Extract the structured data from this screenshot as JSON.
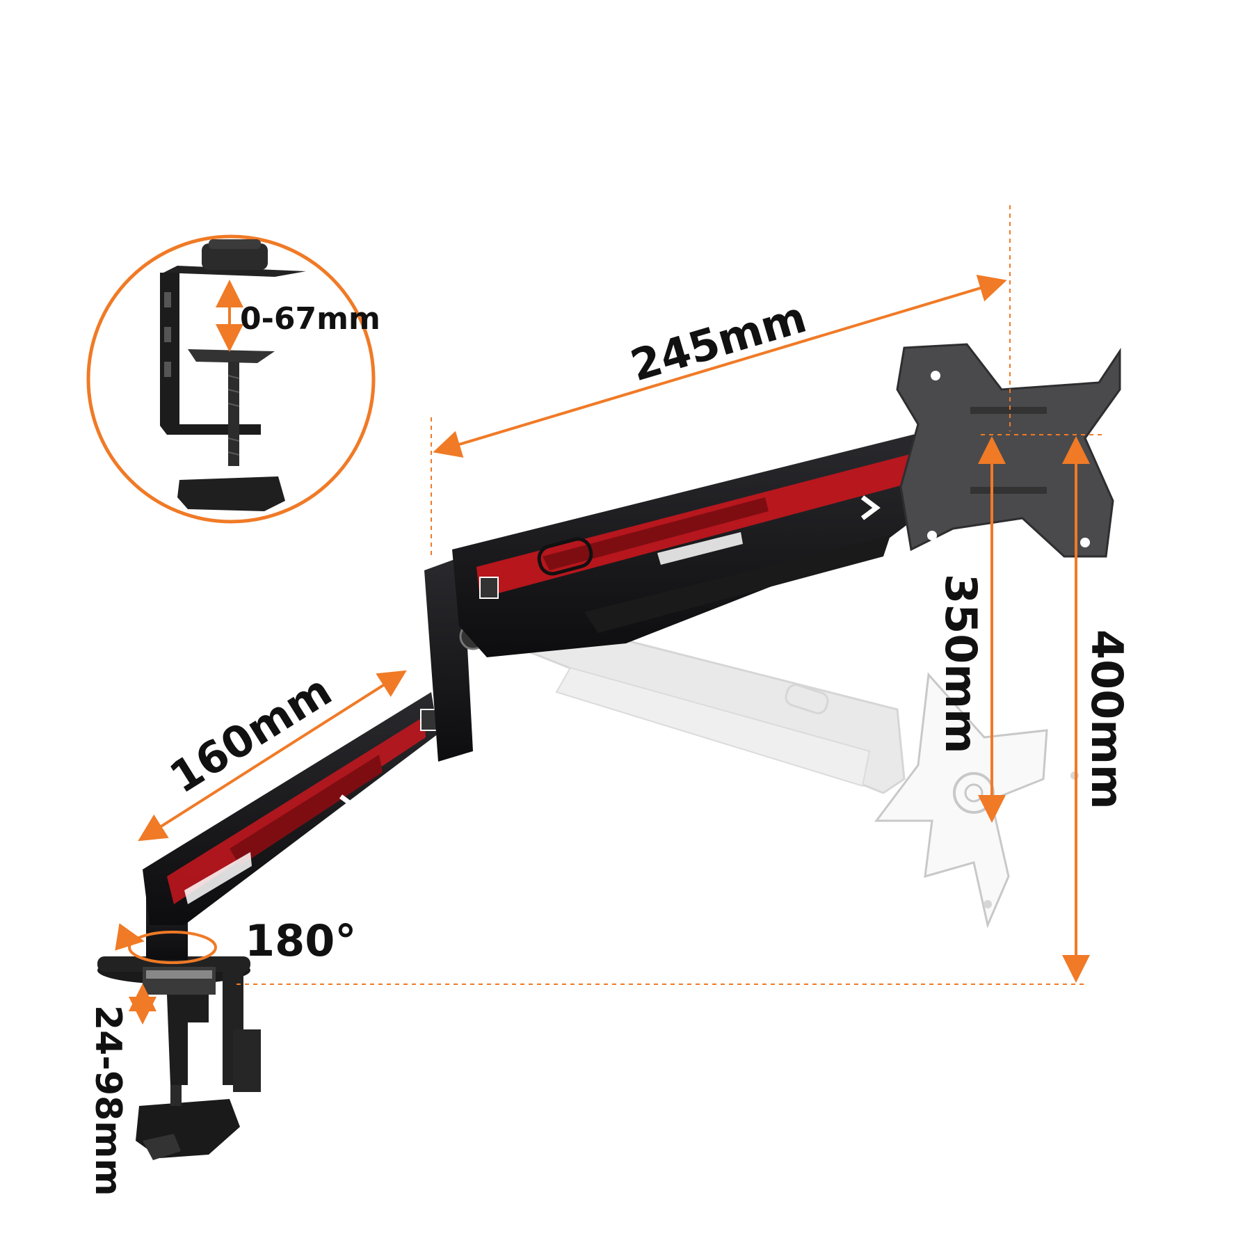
{
  "labels": {
    "clamp_range": "0-67mm",
    "upper_arm": "245mm",
    "lower_arm": "160mm",
    "rotation": "180°",
    "height_low": "350mm",
    "height_high": "400mm",
    "grommet_range": "24-98mm"
  },
  "colors": {
    "accent": "#f07a26",
    "arm_dark": "#1b1b1d",
    "arm_red": "#c8161d",
    "plate": "#4a4a4c",
    "ghost": "#cfcfcf"
  }
}
